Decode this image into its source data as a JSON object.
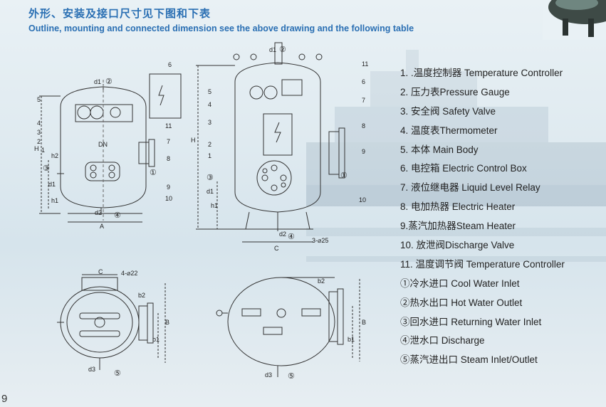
{
  "header": {
    "title_cn": "外形、安装及接口尺寸见下图和下表",
    "title_en": "Outline, mounting and connected dimension see the above drawing and the following table"
  },
  "page_number": "9",
  "legend": [
    "1. .温度控制器 Temperature Controller",
    "2. 压力表Pressure Gauge",
    "3. 安全阀 Safety Valve",
    "4. 温度表Thermometer",
    "5. 本体 Main Body",
    "6. 电控箱 Electric Control Box",
    "7. 液位继电器 Liquid Level Relay",
    "8. 电加热器 Electric Heater",
    "9.蒸汽加热器Steam Heater",
    "10. 放泄阀Discharge Valve",
    "11. 温度调节阀 Temperature Controller",
    "①冷水进口 Cool Water Inlet",
    "②热水出口 Hot Water Outlet",
    "③回水进口 Returning Water Inlet",
    "④泄水口 Discharge",
    "⑤蒸汽进出口 Steam Inlet/Outlet"
  ],
  "drawing_labels": {
    "left_front": {
      "H": "H",
      "h2": "h2",
      "h1": "h1",
      "d1": "d1",
      "d2": "d2",
      "DN": "DN",
      "A": "A",
      "n1": "1",
      "n2": "2",
      "n3": "3",
      "n4": "4",
      "n5": "5",
      "n6": "6",
      "n7": "7",
      "n8": "8",
      "n9": "9",
      "n10": "10",
      "n11": "11",
      "c1": "①",
      "c2": "②",
      "c3": "③",
      "c4": "④"
    },
    "right_front": {
      "H": "H",
      "h1": "h1",
      "d1": "d1",
      "d2": "d2",
      "C": "C",
      "holes": "3-⌀25",
      "n1": "1",
      "n2": "2",
      "n3": "3",
      "n4": "4",
      "n5": "5",
      "n6": "6",
      "n7": "7",
      "n8": "8",
      "n9": "9",
      "n10": "10",
      "n11": "11",
      "c1": "①",
      "c2": "②",
      "c3": "③",
      "c4": "④"
    },
    "left_top": {
      "C": "C",
      "holes": "4-⌀22",
      "b2": "b2",
      "b1": "b1",
      "B": "B",
      "d3": "d3",
      "c5": "⑤"
    },
    "right_top": {
      "b2": "b2",
      "b1": "b1",
      "B": "B",
      "d3": "d3",
      "c5": "⑤"
    }
  },
  "colors": {
    "title": "#2a6fb3",
    "line": "#333333",
    "accent_blue": "#2f6fb0"
  }
}
